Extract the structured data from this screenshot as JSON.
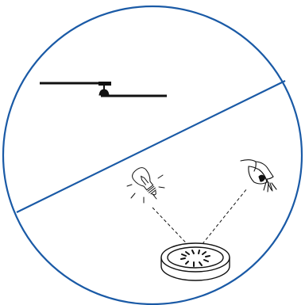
{
  "colors": {
    "outline": "#1a5aa6",
    "ink": "#111111",
    "background": "#ffffff"
  },
  "elements": {
    "frame": "circle",
    "divider": "diagonal-line",
    "ceiling_fixture": "ceiling-lamp-icon",
    "light_source": "light-bulb-icon",
    "observer": "eye-icon",
    "reflector": "reflector-disc-icon",
    "rays": [
      "light-ray-incident",
      "light-ray-reflected"
    ]
  }
}
